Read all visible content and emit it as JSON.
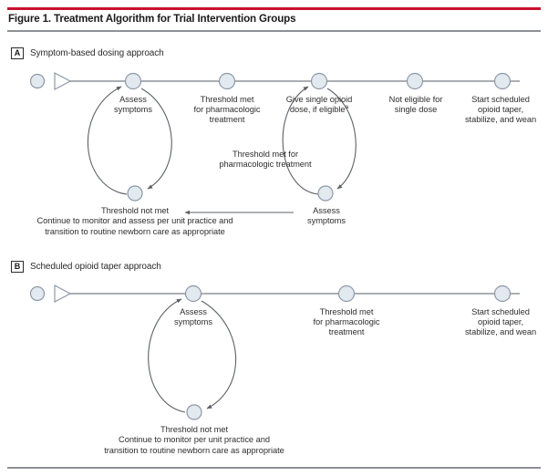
{
  "figure": {
    "title": "Figure 1. Treatment Algorithm for Trial Intervention Groups",
    "accent_color": "#c8102e",
    "rule_color": "#8d9096",
    "node_fill": "#e2e9ef",
    "node_stroke": "#8c98a8",
    "line_color": "#8e9398",
    "arrow_color": "#5d6166",
    "text_color": "#2f2f2f"
  },
  "panels": [
    {
      "tag": "A",
      "title": "Symptom-based dosing approach",
      "timeline_nodes": [
        {
          "label": "Assess\nsymptoms",
          "line1": "Assess",
          "line2": "symptoms",
          "line3": ""
        },
        {
          "label": "Threshold met for pharmacologic treatment",
          "line1": "Threshold met",
          "line2": "for pharmacologic",
          "line3": "treatment"
        },
        {
          "label": "Give single opioid dose, if eligible",
          "line1": "Give single opioid",
          "line2": "dose, if eligible",
          "line3": "",
          "footnote_marker": "a"
        },
        {
          "label": "Not eligible for single dose",
          "line1": "Not eligible for",
          "line2": "single dose",
          "line3": ""
        },
        {
          "label": "Start scheduled opioid taper, stabilize, and wean",
          "line1": "Start scheduled",
          "line2": "opioid taper,",
          "line3": "stabilize, and wean"
        }
      ],
      "loop_notes": [
        {
          "line1": "Threshold met for",
          "line2": "pharmacologic treatment"
        }
      ],
      "loop_nodes": [
        {
          "line1": "Assess",
          "line2": "symptoms"
        }
      ],
      "outcome": {
        "heading": "Threshold not met",
        "line1": "Continue to monitor and assess per unit practice and",
        "line2": "transition to routine newborn care as appropriate"
      }
    },
    {
      "tag": "B",
      "title": "Scheduled opioid taper approach",
      "timeline_nodes": [
        {
          "label": "Assess symptoms",
          "line1": "Assess",
          "line2": "symptoms",
          "line3": ""
        },
        {
          "label": "Threshold met for pharmacologic treatment",
          "line1": "Threshold met",
          "line2": "for pharmacologic",
          "line3": "treatment"
        },
        {
          "label": "Start scheduled opioid taper, stabilize, and wean",
          "line1": "Start scheduled",
          "line2": "opioid taper,",
          "line3": "stabilize, and wean"
        }
      ],
      "outcome": {
        "heading": "Threshold not met",
        "line1": "Continue to monitor per unit practice and",
        "line2": "transition to routine newborn care as appropriate"
      }
    }
  ]
}
